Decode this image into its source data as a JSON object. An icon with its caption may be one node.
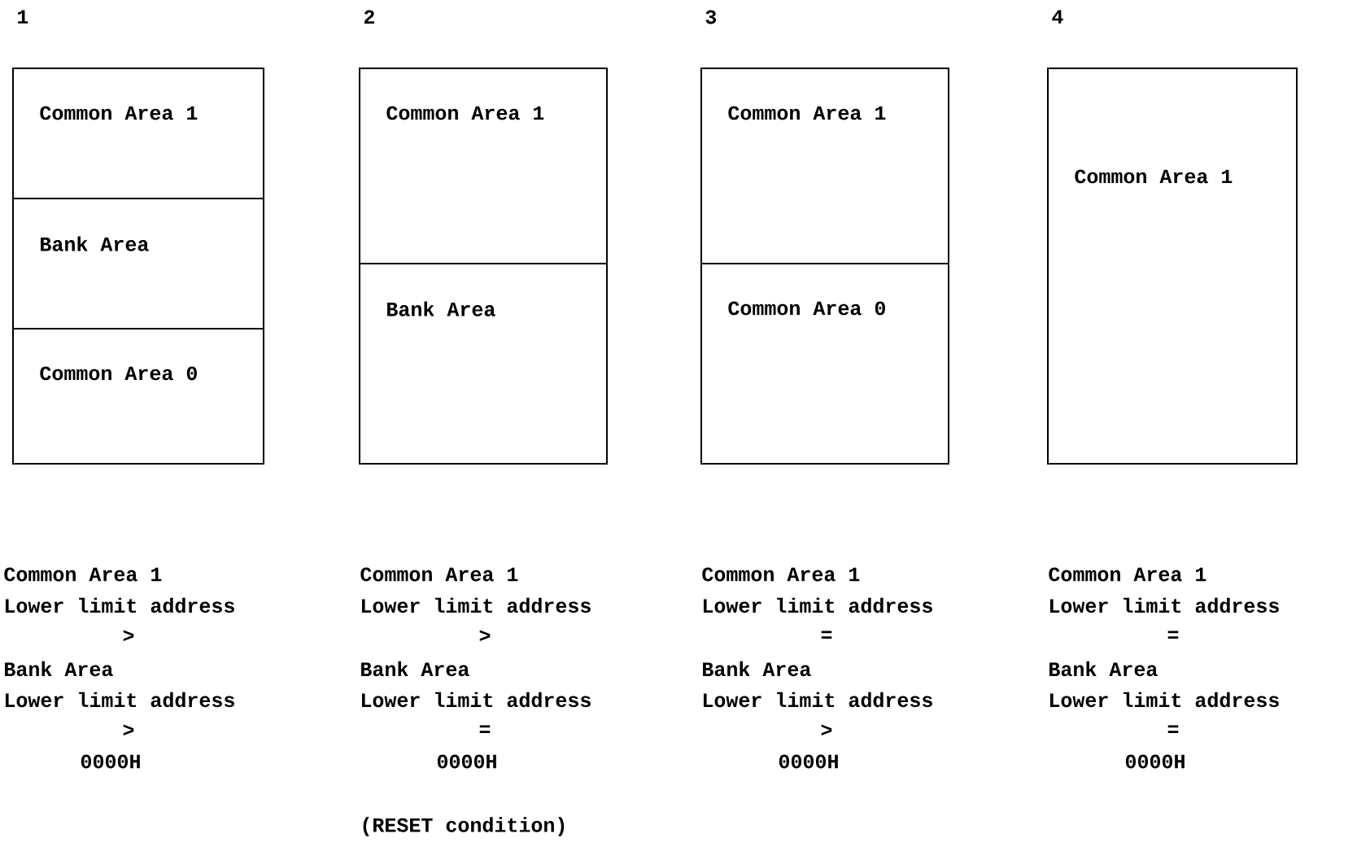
{
  "diagram": {
    "nodes": [
      {
        "text": [],
        "shape": "box",
        "beside": [
          "1"
        ]
      },
      {
        "text": [
          "Common Area 1"
        ],
        "in": 0
      },
      {
        "text": [
          "Bank Area"
        ],
        "in": 0
      },
      {
        "text": [
          "Common Area 0"
        ],
        "in": 0
      },
      {
        "text": [],
        "shape": "box",
        "beside": [
          "2"
        ]
      },
      {
        "text": [
          "Common Area 1"
        ],
        "in": 4
      },
      {
        "text": [
          "Bank Area"
        ],
        "in": 4
      },
      {
        "text": [],
        "shape": "box",
        "beside": [
          "3"
        ]
      },
      {
        "text": [
          "Common Area 1"
        ],
        "in": 7
      },
      {
        "text": [
          "Common Area 0"
        ],
        "in": 7
      },
      {
        "text": [
          "Common Area 1"
        ],
        "beside": [
          "4"
        ]
      }
    ],
    "labels": [
      "Common Area 1",
      "Lower limit address",
      ">",
      "Bank Area",
      "Lower limit address",
      ">",
      "0000H",
      "Common Area 1",
      "Lower limit address",
      ">",
      "Bank Area",
      "Lower limit address",
      "=",
      "0000H",
      "Common Area 1",
      "Lower limit address",
      "=",
      "Bank Area",
      "Lower limit address",
      ">",
      "0000H",
      "Common Area 1",
      "Lower limit address",
      "=",
      "Bank Area",
      "Lower limit address",
      "=",
      "0000H",
      "(RESET condition)"
    ]
  }
}
